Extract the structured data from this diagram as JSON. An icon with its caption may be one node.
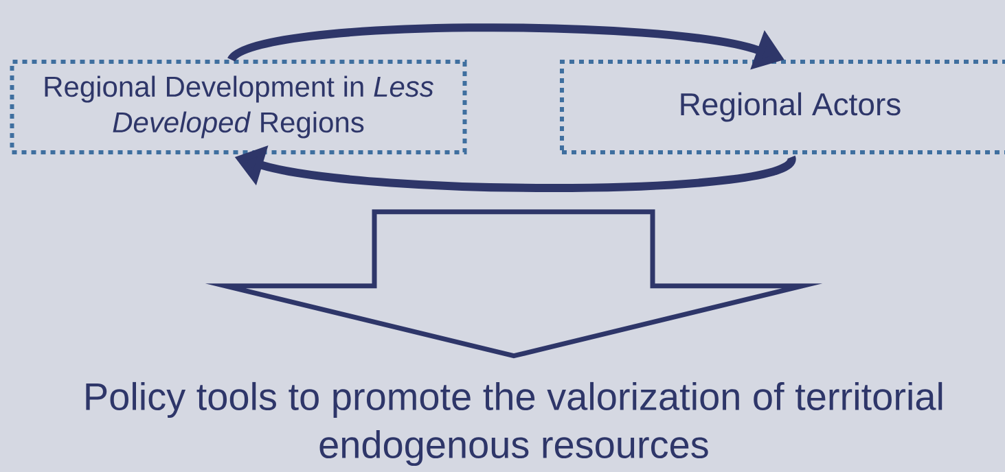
{
  "diagram": {
    "nodes": [
      {
        "text": [
          "Regional Development in *Less Developed* Regions"
        ]
      },
      {
        "text": [
          "Regional Actors"
        ]
      },
      {
        "text": [
          "Policy tools to promote the valorization of territorial endogenous resources"
        ]
      }
    ],
    "edges": [
      {
        "from": 0,
        "to": 1,
        "arrow": "to"
      },
      {
        "from": 1,
        "to": 0,
        "arrow": "to"
      },
      {
        "from": null,
        "to": 2,
        "arrow": "to"
      }
    ]
  }
}
